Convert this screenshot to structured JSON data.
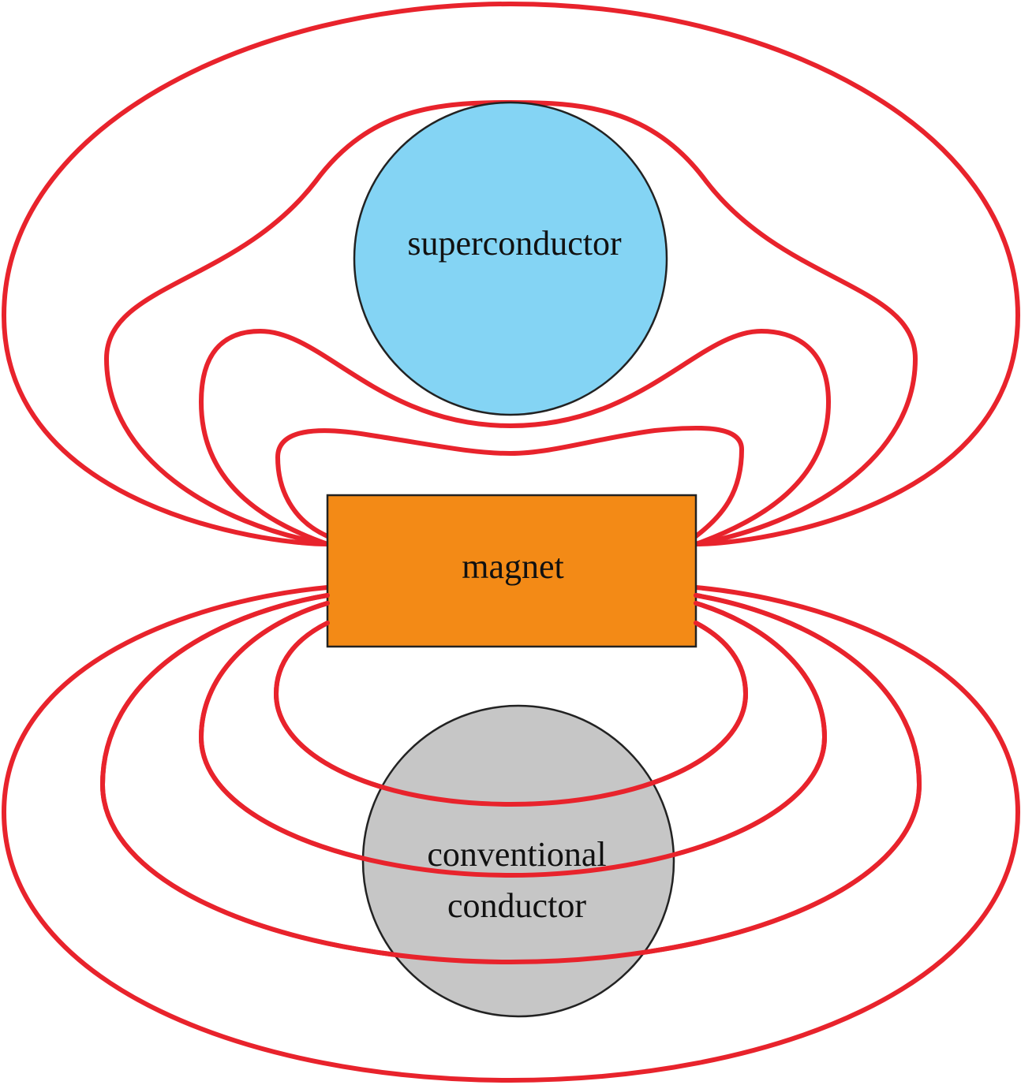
{
  "colors": {
    "field_line": "#e8232c",
    "superconductor": "#84d4f4",
    "magnet": "#f38a16",
    "conventional_conductor": "#c6c6c6",
    "outline": "#222222"
  },
  "labels": {
    "superconductor": "superconductor",
    "magnet": "magnet",
    "conventional_line1": "conventional",
    "conventional_line2": "conductor"
  }
}
